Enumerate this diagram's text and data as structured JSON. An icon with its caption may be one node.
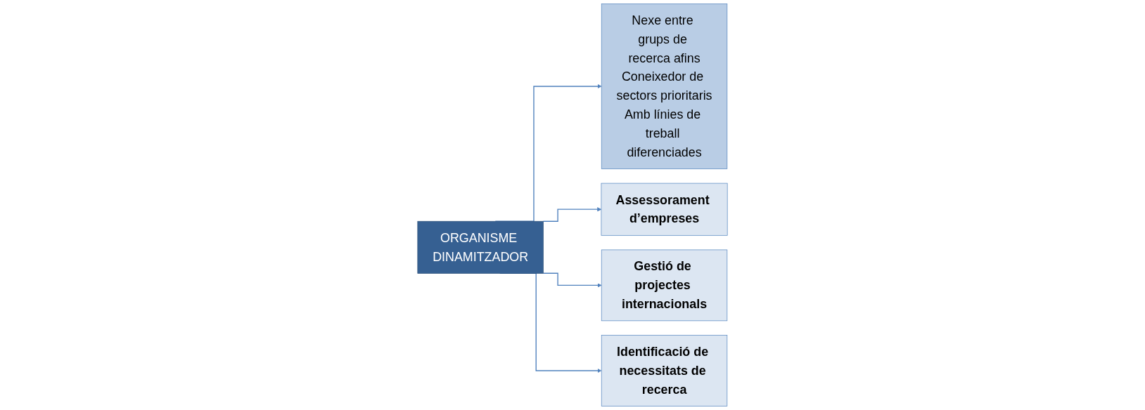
{
  "diagram": {
    "nodes": [
      {
        "text": [
          "ORGANISME DINAMITZADOR"
        ]
      },
      {
        "text": [
          "Nexe entre grups de recerca afins",
          "Coneixedor de sectors prioritaris",
          "Amb línies de treball diferenciades"
        ]
      },
      {
        "text": [
          "Assessorament d’empreses"
        ]
      },
      {
        "text": [
          "Gestió de projectes internacionals"
        ]
      },
      {
        "text": [
          "Identificació de necessitats de recerca"
        ]
      }
    ],
    "edges": [
      {
        "from": 0,
        "to": 1,
        "arrow": "to"
      },
      {
        "from": 0,
        "to": 2,
        "arrow": "to"
      },
      {
        "from": 0,
        "to": 3,
        "arrow": "to"
      },
      {
        "from": 0,
        "to": 4,
        "arrow": "to"
      }
    ]
  }
}
